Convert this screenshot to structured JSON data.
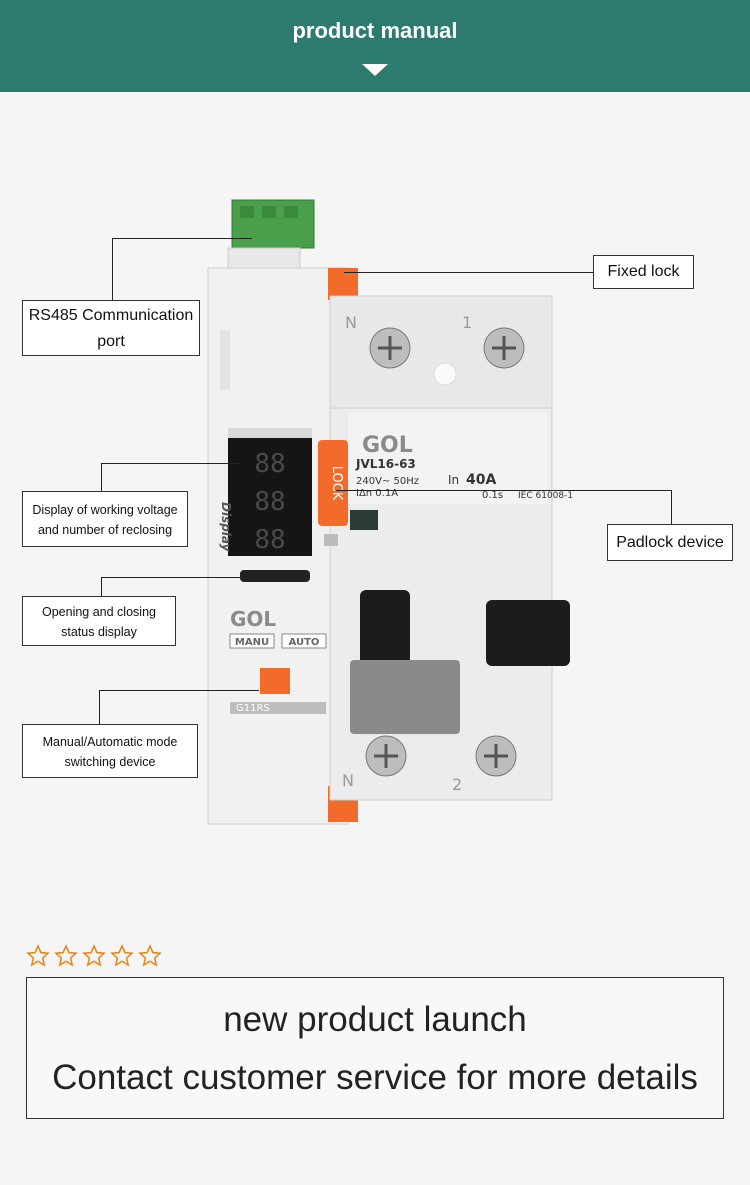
{
  "header": {
    "title": "product manual"
  },
  "device": {
    "brand": "GOL",
    "model": "JVL16-63",
    "rating_voltage": "240V~  50Hz",
    "rating_current_label": "In",
    "rating_current": "40A",
    "leakage": "IΔn  0.1A",
    "trip_time": "0.1s",
    "standard": "IEC 61008-1",
    "lock_label": "LOCK",
    "display_label": "Display",
    "segments": [
      "88",
      "88",
      "88"
    ],
    "module_brand": "GOL",
    "manu_label": "MANU",
    "auto_label": "AUTO",
    "module_model": "G11RS",
    "terminal_top_n": "N",
    "terminal_top_1": "1",
    "terminal_bottom_n": "N",
    "terminal_bottom_2": "2"
  },
  "callouts": {
    "rs485": [
      "RS485 Communication",
      "port"
    ],
    "fixed_lock": "Fixed lock",
    "display": [
      "Display of working voltage",
      "and number of reclosing"
    ],
    "padlock": "Padlock device",
    "status": [
      "Opening and closing",
      "status display"
    ],
    "mode": [
      "Manual/Automatic mode",
      "switching device"
    ]
  },
  "rating": {
    "stars": 5,
    "filled": 0,
    "star_color": "#e8891e"
  },
  "launch": {
    "line1": "new product launch",
    "line2": "Contact customer service for more details"
  },
  "colors": {
    "header": "#2d7a6e",
    "accent_orange": "#f26b2b",
    "connector_green": "#4aa04a"
  }
}
